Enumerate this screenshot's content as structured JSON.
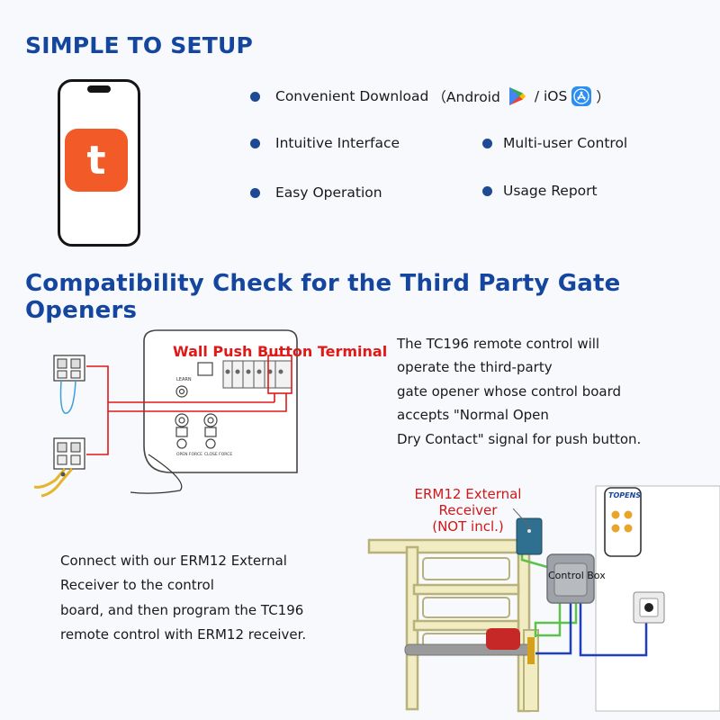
{
  "header": {
    "title": "SIMPLE TO SETUP"
  },
  "app_icon": {
    "glyph": "t",
    "color": "#f25a27"
  },
  "features": {
    "download_label": "Convenient Download",
    "download_open": "（Android",
    "download_mid": "/ iOS",
    "download_close": "）",
    "intuitive": "Intuitive Interface",
    "multi_user": "Multi-user Control",
    "easy": "Easy Operation",
    "usage": "Usage Report"
  },
  "compat": {
    "title": "Compatibility Check for the Third Party Gate Openers",
    "terminal_label": "Wall Push Button Terminal",
    "board_learn": "LEARN",
    "board_open_force": "OPEN\nFORCE",
    "board_close_force": "CLOSE\nFORCE",
    "description": [
      "The TC196 remote control will",
      "operate the third-party",
      "gate opener whose control board",
      "accepts \"Normal Open",
      "Dry Contact\" signal for push button."
    ]
  },
  "receiver": {
    "label": [
      "ERM12 External",
      "Receiver",
      "(NOT incl.)"
    ],
    "control_box_label": "Control Box",
    "phone_brand": "TOPENS",
    "instructions": [
      "Connect with our ERM12 External",
      "Receiver to the control",
      "board, and then program the TC196",
      "remote control with ERM12 receiver."
    ]
  },
  "colors": {
    "title_blue": "#1446a0",
    "bullet": "#1d4a93",
    "red": "#e01818",
    "wire_green": "#5cc24a",
    "wire_blue": "#1f3fbf",
    "gate": "#e8e2a8"
  }
}
